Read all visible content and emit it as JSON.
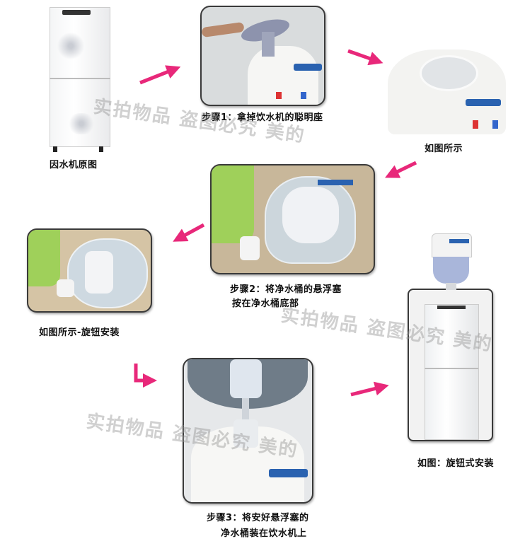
{
  "captions": {
    "original": "因水机原图",
    "step1": "步骤1：拿掉饮水机的聪明座",
    "shown1": "如图所示",
    "step2_line1": "步骤2：将净水桶的悬浮塞",
    "step2_line2": "按在净水桶底部",
    "shown2": "如图所示-旋钮安装",
    "step3_line1": "步骤3：将安好悬浮塞的",
    "step3_line2": "净水桶装在饮水机上",
    "final": "如图：旋钮式安装"
  },
  "watermark": "实拍物品  盗图必究  美的",
  "colors": {
    "arrow": "#e8287a",
    "panel_border": "#3a3a3a"
  }
}
